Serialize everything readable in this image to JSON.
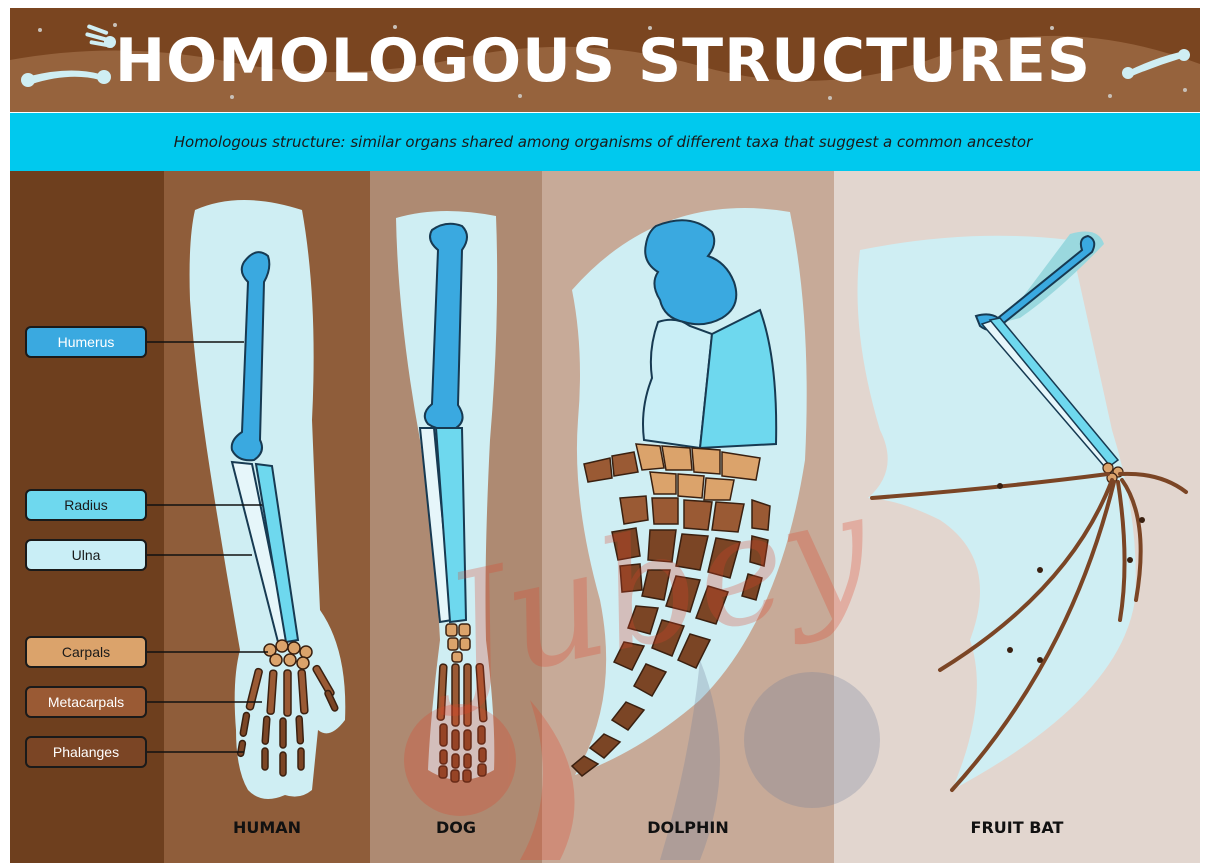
{
  "title": "HOMOLOGOUS STRUCTURES",
  "subtitle": "Homologous structure: similar organs shared among organisms of different taxa that suggest a common ancestor",
  "bone_labels": [
    {
      "text": "Humerus",
      "color": "#3aa9e0",
      "text_color": "#ffffff"
    },
    {
      "text": "Radius",
      "color": "#6ed8ee",
      "text_color": "#1a1a1a"
    },
    {
      "text": "Ulna",
      "color": "#c9eef6",
      "text_color": "#1a1a1a"
    },
    {
      "text": "Carpals",
      "color": "#dba36b",
      "text_color": "#1a1a1a"
    },
    {
      "text": "Metacarpals",
      "color": "#9a5a34",
      "text_color": "#ffffff"
    },
    {
      "text": "Phalanges",
      "color": "#7b4525",
      "text_color": "#ffffff"
    }
  ],
  "animals": [
    {
      "name": "HUMAN"
    },
    {
      "name": "DOG"
    },
    {
      "name": "DOLPHIN"
    },
    {
      "name": "FRUIT BAT"
    }
  ],
  "watermark": "Jubey",
  "colors": {
    "banner_brown": "#7a4520",
    "subtitle_bar": "#00c9ee",
    "column_dark": "#6e3f1e",
    "column_human": "#8f5d3a",
    "column_dog": "#ae8a72",
    "column_dolphin": "#c7aa98",
    "column_bat": "#e2d6cf",
    "limb_outline": "#cfeef3"
  }
}
